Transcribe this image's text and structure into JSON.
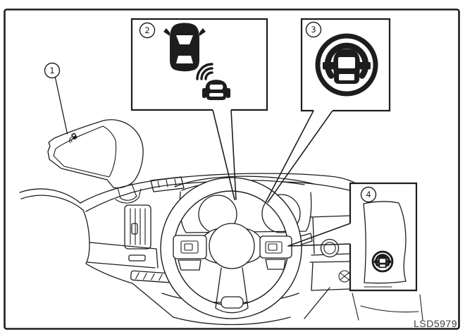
{
  "diagram": {
    "code": "LSD5979",
    "callouts": [
      {
        "number": "1"
      },
      {
        "number": "2"
      },
      {
        "number": "3"
      },
      {
        "number": "4"
      }
    ],
    "icons": [
      {
        "name": "mirror-blind-spot-indicator-icon"
      },
      {
        "name": "vehicle-detection-radar-icon"
      },
      {
        "name": "blind-spot-warning-indicator-icon"
      },
      {
        "name": "blind-spot-warning-switch-icon"
      }
    ],
    "colors": {
      "line": "#1d1d1d",
      "background": "#ffffff",
      "code_text": "#3a3c45"
    }
  }
}
